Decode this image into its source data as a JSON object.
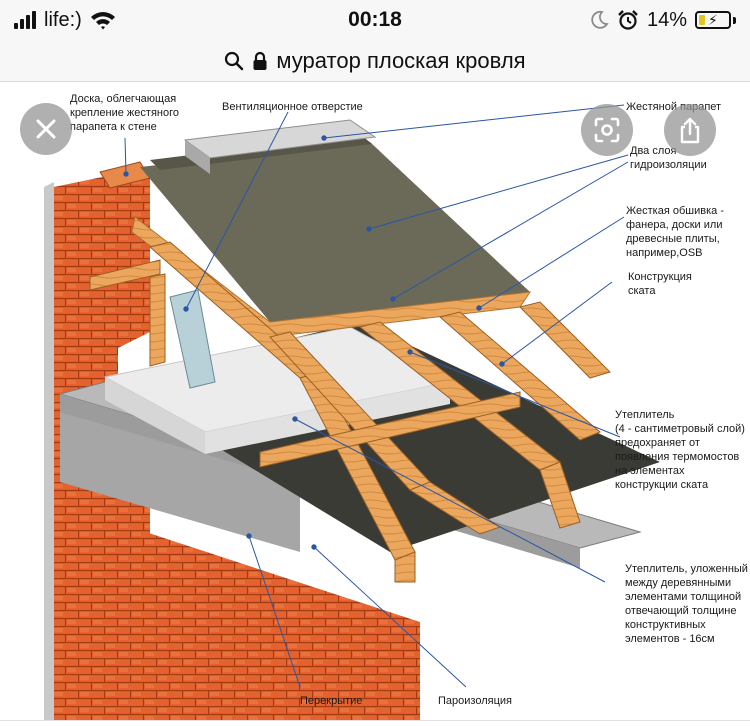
{
  "status_bar": {
    "carrier": "life:)",
    "time": "00:18",
    "battery_percent": "14%",
    "battery_level": 0.14,
    "icons": [
      "signal-icon",
      "wifi-icon",
      "moon-icon",
      "alarm-icon",
      "battery-icon"
    ]
  },
  "url_bar": {
    "query": "муратор плоская кровля",
    "icons": [
      "search-icon",
      "lock-icon"
    ]
  },
  "overlay": {
    "icons": [
      "close-icon",
      "lens-icon",
      "share-icon"
    ]
  },
  "diagram": {
    "labels": {
      "board": "Доска, облегчающая\nкрепление жестяного\nпарапета к стене",
      "vent": "Вентиляционное отверстие",
      "parapet": "Жестяной парапет",
      "waterproof": "Два слоя\nгидроизоляции",
      "sheathing": "Жесткая обшивка -\nфанера, доски или\nдревесные плиты,\nнапример,OSB",
      "slope": "Конструкция\nската",
      "insul1": "Утеплитель\n(4 - сантиметровый слой)\nпредохраняет от\nпоявления термомостов\nна элементах\nконструкции ската",
      "insul2": "Утеплитель, уложенный\nмежду деревянными\nэлементами толщиной\nотвечающий толщине\nконструктивных\nэлементов - 16см",
      "ceiling": "Перекрытие",
      "vapor": "Пароизоляция"
    }
  }
}
